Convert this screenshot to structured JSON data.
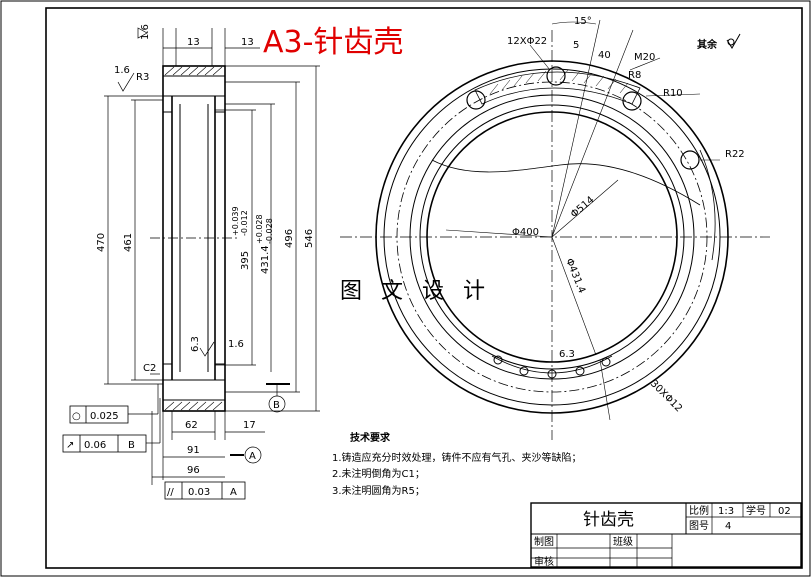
{
  "title": "A3-针齿壳",
  "watermark": "图 文 设 计",
  "surface_note": {
    "label": "其余",
    "symbol": "roughness-symbol"
  },
  "left_view": {
    "dims": {
      "top_left": "13",
      "top_right": "13",
      "roughness_a": "1.6",
      "roughness_b": "1.6",
      "radius": "R3",
      "d470": "470",
      "d461": "461",
      "d395": "395",
      "tol395_upper": "+0.039",
      "tol395_lower": "-0.012",
      "d4314": "431.4",
      "tol4314_upper": "+0.028",
      "tol4314_lower": "-0.028",
      "d496": "496",
      "d546": "546",
      "chamfer": "C2",
      "roughness_c": "6.3",
      "roughness_d": "1.6",
      "w62": "62",
      "w17": "17",
      "w91": "91",
      "w96": "96",
      "datum_a": "A",
      "datum_b": "B"
    },
    "tolerance_frames": [
      {
        "symbol": "○",
        "value": "0.025",
        "datum": ""
      },
      {
        "symbol": "↗",
        "value": "0.06",
        "datum": "B"
      },
      {
        "symbol": "//",
        "value": "0.03",
        "datum": "A"
      }
    ]
  },
  "front_view": {
    "dims": {
      "holes_top": "12XΦ22",
      "angle": "15°",
      "d5": "5",
      "d40": "40",
      "thread": "M20",
      "r8": "R8",
      "r10": "R10",
      "r22": "R22",
      "d400": "Φ400",
      "d514": "Φ514",
      "d4314": "Φ431.4",
      "roughness": "6.3",
      "holes_bottom": "30XΦ12"
    }
  },
  "tech_requirements": {
    "heading": "技术要求",
    "items": [
      "1.铸造应充分时效处理，铸件不应有气孔、夹沙等缺陷；",
      "2.未注明倒角为C1；",
      "3.未注明圆角为R5；"
    ]
  },
  "title_block": {
    "part_name": "针齿壳",
    "scale_label": "比例",
    "scale_value": "1:3",
    "student_no_label": "学号",
    "student_no_value": "02",
    "drawing_no_label": "图号",
    "drawing_no_value": "4",
    "drafter_label": "制图",
    "reviewer_label": "审核",
    "class_label": "班级"
  }
}
